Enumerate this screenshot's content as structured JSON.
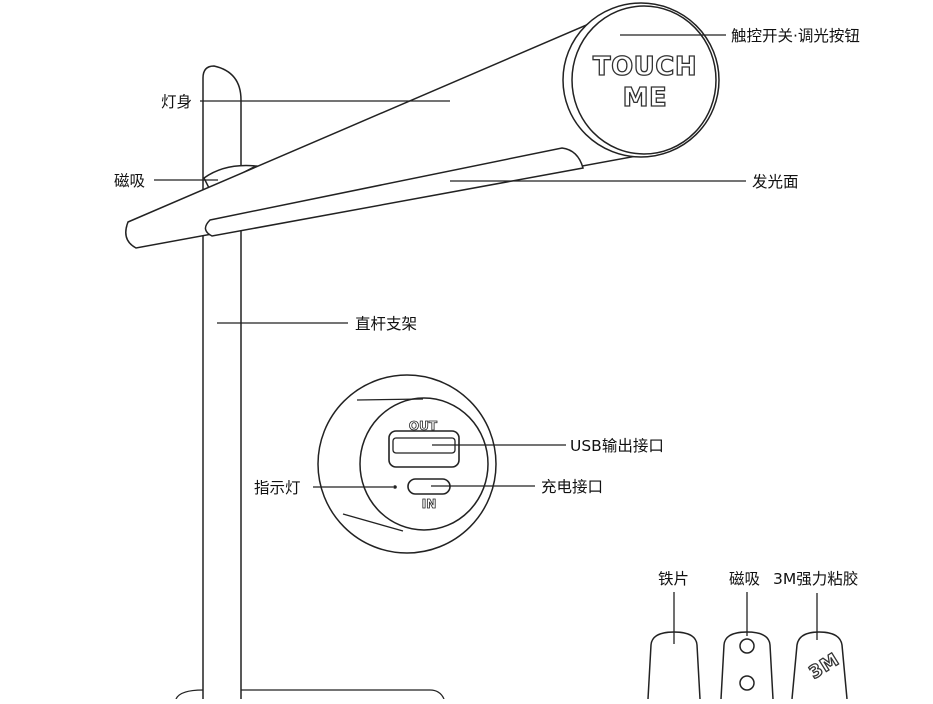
{
  "labels": {
    "touch_switch": "触控开关·调光按钮",
    "lamp_body": "灯身",
    "magnet_top": "磁吸",
    "light_surface": "发光面",
    "pole": "直杆支架",
    "usb_port": "USB输出接口",
    "indicator": "指示灯",
    "charge_port": "充电接口",
    "iron_sheet": "铁片",
    "magnet_bottom": "磁吸",
    "adhesive": "3M强力粘胶"
  },
  "button": {
    "line1": "TOUCH",
    "line2": "ME"
  },
  "ports": {
    "out": "OUT",
    "in": "IN"
  },
  "adhesive_mark": "3M"
}
